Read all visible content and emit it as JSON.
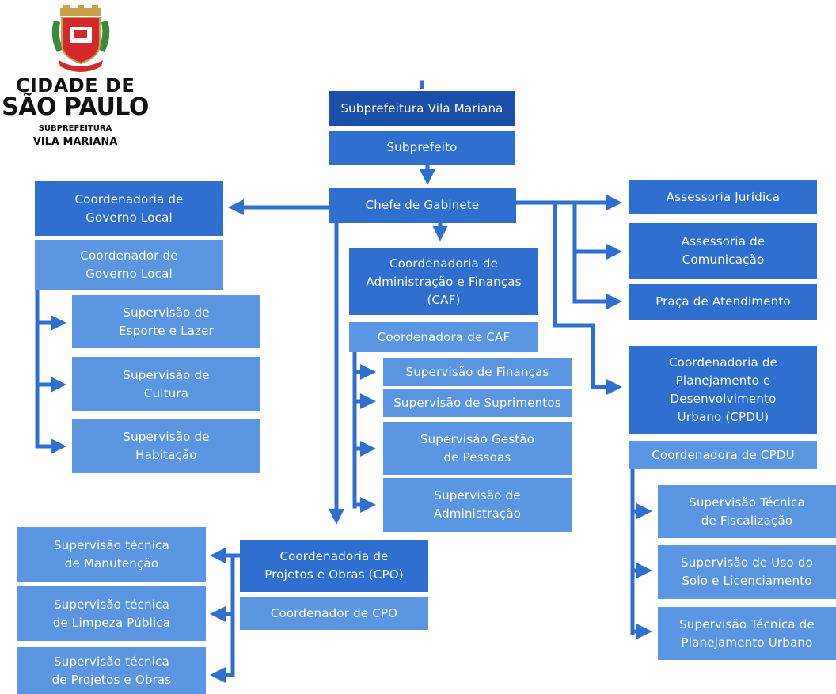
{
  "logo": {
    "line1": "CIDADE DE",
    "line2": "SÃO PAULO",
    "line3": "SUBPREFEITURA",
    "line4": "VILA MARIANA"
  },
  "colors": {
    "dark": "#1b4faa",
    "mid": "#2f6fd0",
    "light": "#5b96e2",
    "connector": "#2f6fd0"
  },
  "nodes": {
    "subprefeitura": "Subprefeitura Vila Mariana",
    "subprefeito": "Subprefeito",
    "chefe_gabinete": "Chefe de Gabinete",
    "coord_governo_local": "Coordenadoria de\nGoverno Local",
    "coordenador_governo_local": "Coordenador de\nGoverno Local",
    "sup_esporte_lazer": "Supervisão de\nEsporte e Lazer",
    "sup_cultura": "Supervisão de\nCultura",
    "sup_habitacao": "Supervisão de\nHabitação",
    "coord_caf": "Coordenadoria de\nAdministração e Finanças\n(CAF)",
    "coordenadora_caf": "Coordenadora de CAF",
    "sup_financas": "Supervisão de Finanças",
    "sup_suprimentos": "Supervisão de Suprimentos",
    "sup_gestao_pessoas": "Supervisão Gestão\nde Pessoas",
    "sup_administracao": "Supervisão de\nAdministração",
    "assessoria_juridica": "Assessoria Jurídica",
    "assessoria_comunicacao": "Assessoria de\nComunicação",
    "praca_atendimento": "Praça de Atendimento",
    "coord_cpdu": "Coordenadoria de\nPlanejamento e\nDesenvolvimento\nUrbano (CPDU)",
    "coordenadora_cpdu": "Coordenadora de CPDU",
    "sup_fiscalizacao": "Supervisão Técnica\nde Fiscalização",
    "sup_uso_solo": "Supervisão de Uso do\nSolo e Licenciamento",
    "sup_planejamento_urbano": "Supervisão Técnica de\nPlanejamento Urbano",
    "coord_cpo": "Coordenadoria de\nProjetos e Obras (CPO)",
    "coordenador_cpo": "Coordenador de  CPO",
    "sup_manutencao": "Supervisão técnica\nde Manutenção",
    "sup_limpeza": "Supervisão técnica\nde Limpeza Pública",
    "sup_projetos_obras": "Supervisão técnica\nde Projetos e Obras"
  }
}
